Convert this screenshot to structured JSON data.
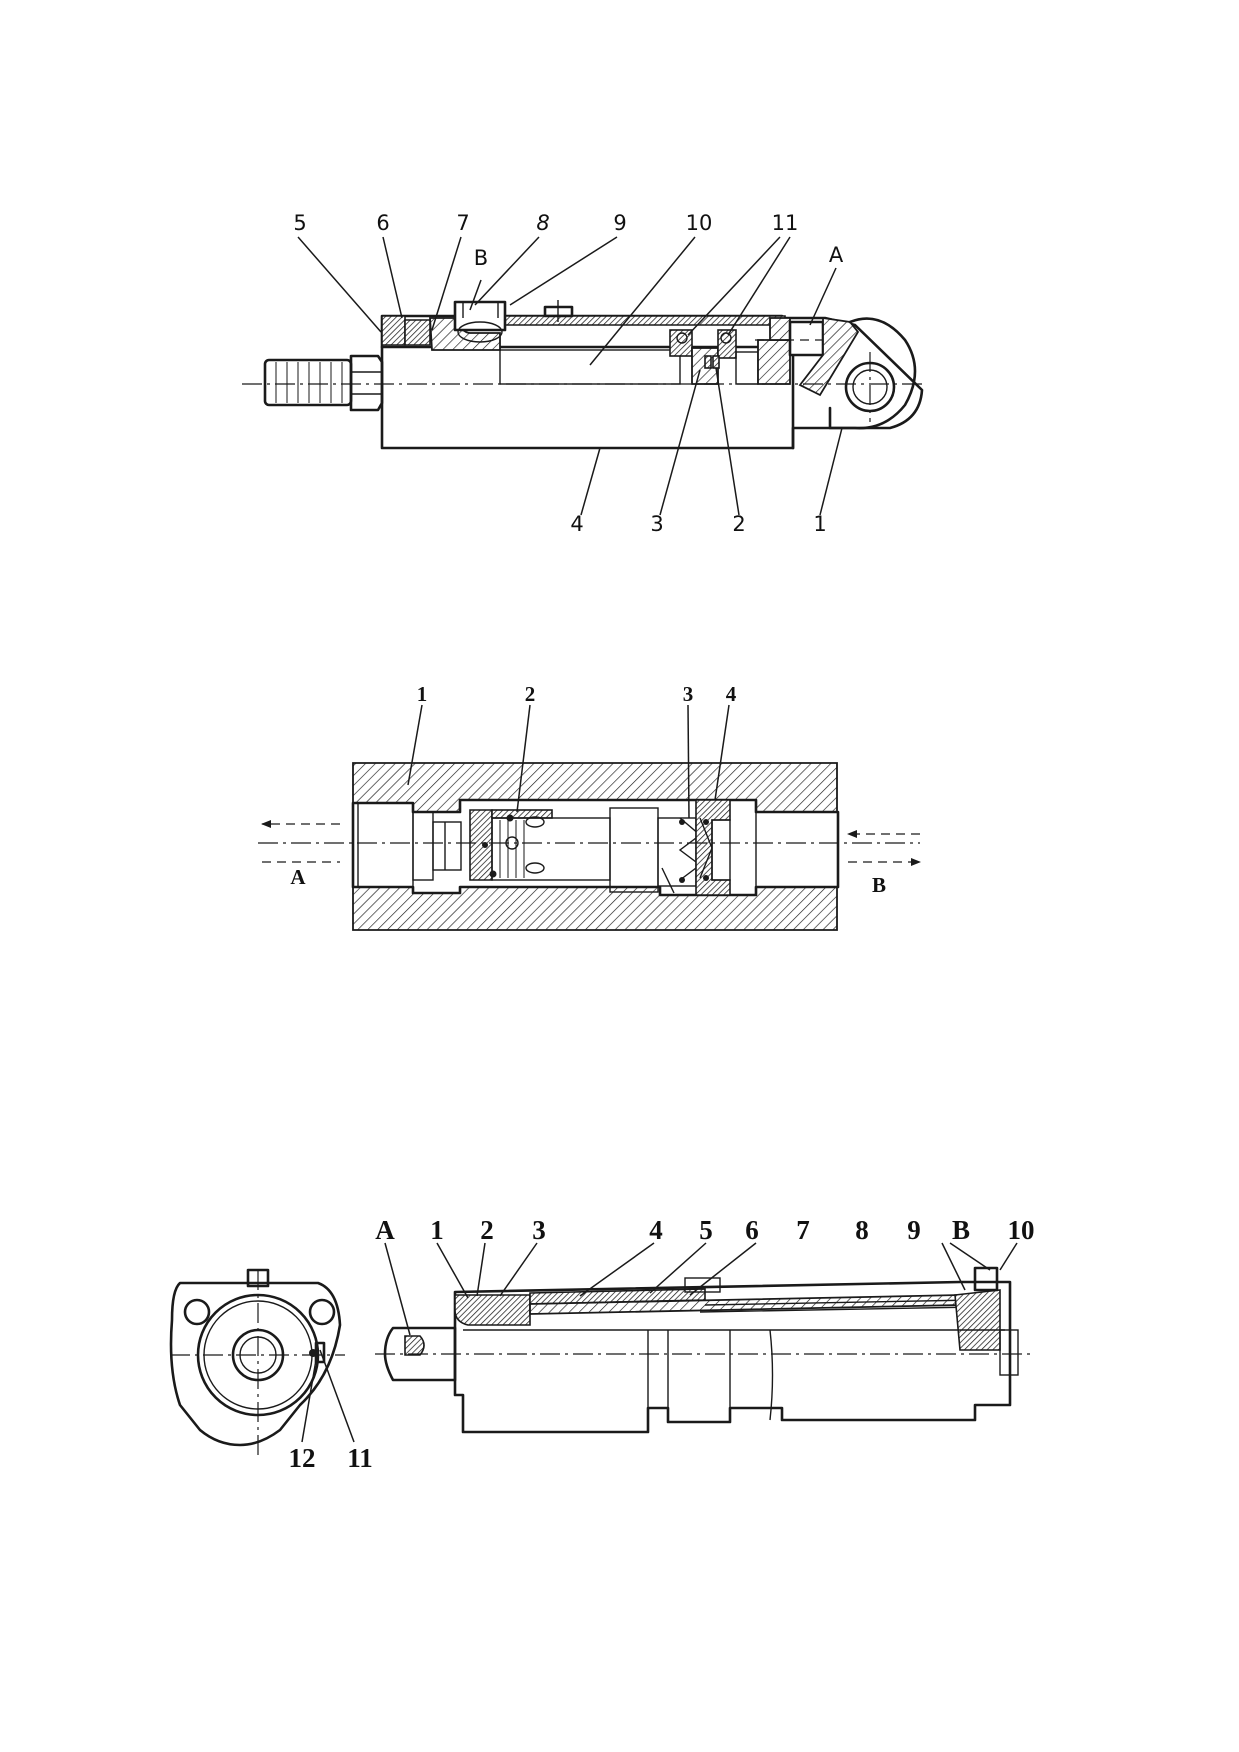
{
  "figure1": {
    "labels": {
      "n5": "5",
      "n6": "6",
      "n7": "7",
      "n8": "8",
      "n9": "9",
      "n10": "10",
      "n11": "11",
      "portB": "B",
      "portA": "A",
      "n4": "4",
      "n3": "3",
      "n2": "2",
      "n1": "1"
    }
  },
  "figure2": {
    "labels": {
      "n1": "1",
      "n2": "2",
      "n3": "3",
      "n4": "4",
      "flowA": "A",
      "flowB": "B"
    }
  },
  "figure3": {
    "labels": {
      "portA": "A",
      "n1": "1",
      "n2": "2",
      "n3": "3",
      "n4": "4",
      "n5": "5",
      "n6": "6",
      "n7": "7",
      "n8": "8",
      "n9": "9",
      "portB": "B",
      "n10": "10",
      "n12": "12",
      "n11": "11"
    }
  }
}
